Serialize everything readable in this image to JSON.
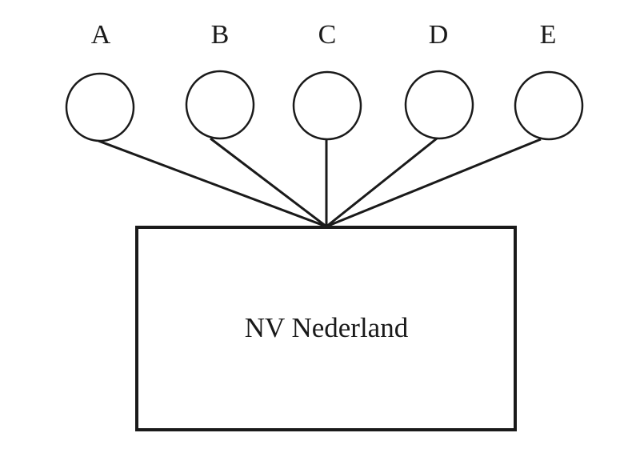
{
  "nodes": [
    {
      "label": "A"
    },
    {
      "label": "B"
    },
    {
      "label": "C"
    },
    {
      "label": "D"
    },
    {
      "label": "E"
    }
  ],
  "entity": {
    "label": "NV Nederland"
  }
}
